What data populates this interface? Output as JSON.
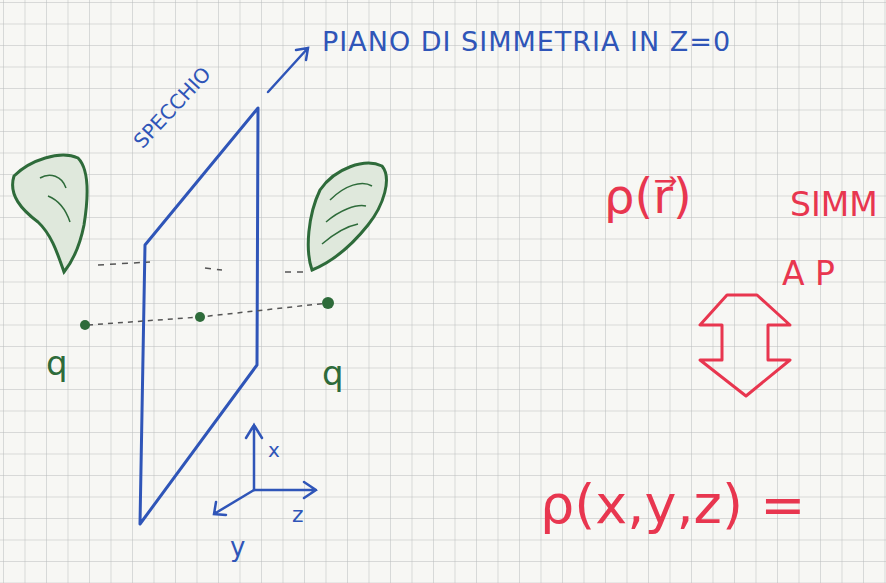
{
  "diagram": {
    "labels": [
      "PIANO DI SIMMETRIA IN Z=0",
      "SPECCHIO",
      "q",
      "q",
      "x",
      "y",
      "z",
      "ρ(r⃗)",
      "SIMM",
      "A P",
      "ρ(x,y,z) ="
    ]
  }
}
